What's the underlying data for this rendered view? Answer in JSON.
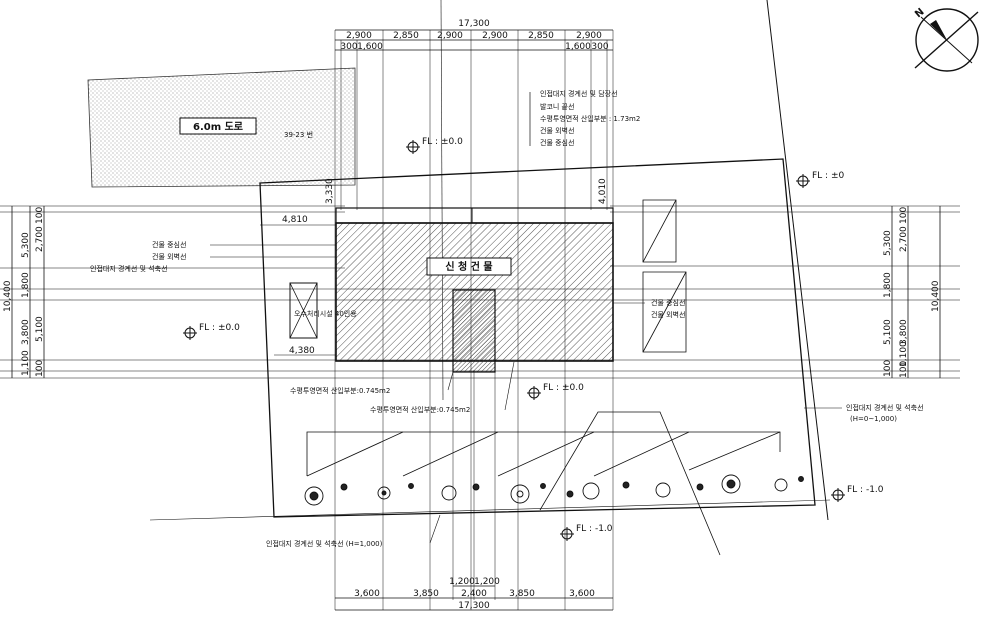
{
  "dimensions": {
    "top_total": "17,300",
    "top_segments": [
      "2,900",
      "2,850",
      "2,900",
      "2,900",
      "2,850",
      "2,900"
    ],
    "top_sub_left": [
      "300",
      "1,600"
    ],
    "top_sub_right": [
      "1,600",
      "300"
    ],
    "bottom_segments": [
      "3,600",
      "3,850",
      "2,400",
      "3,850",
      "3,600"
    ],
    "bottom_center_split": [
      "1,200",
      "1,200"
    ],
    "bottom_total": "17,300",
    "left_total": "10,400",
    "left_outer": [
      "5,300",
      "1,800",
      "3,800",
      "1,100",
      "100"
    ],
    "left_inner": [
      "100",
      "2,700",
      "5,100",
      "100"
    ],
    "right_total": "10,400",
    "right_outer": [
      "5,300",
      "1,800",
      "5,100",
      "100"
    ],
    "right_inner": [
      "100",
      "2,700",
      "3,800",
      "1,100",
      "100"
    ],
    "offset_3330": "3,330",
    "offset_4010": "4,010",
    "offset_4810": "4,810",
    "offset_4380": "4,380"
  },
  "labels": {
    "road": "6.0m 도로",
    "lot_number": "39-23 번",
    "building": "신 청 건 물",
    "septic": "오수처리시설 40인용",
    "top_notes": [
      "인접대지 경계선 및 담장선",
      "발코니 끝선",
      "수평투영면적 산입부분 : 1.73m2",
      "건물 외벽선",
      "건물 중심선"
    ],
    "left_notes": [
      "건물 중심선",
      "건물 외벽선",
      "인접대지 경계선 및 석축선"
    ],
    "right_notes": [
      "건물 중심선",
      "건물 외벽선"
    ],
    "proj_area_1": "수평투영면적 산입부분:0.745m2",
    "proj_area_2": "수평투영면적 산입부분:0.745m2",
    "right_boundary": [
      "인접대지 경계선 및 석축선",
      "(H=0~1,000)"
    ],
    "bottom_boundary": "인접대지 경계선 및 석축선 (H=1,000)",
    "fl_levels": [
      "FL : ±0.0",
      "FL : ±0.0",
      "FL : ±0",
      "FL : ±0.0",
      "FL : -1.0",
      "FL : -1.0"
    ]
  },
  "compass": {
    "north": "N"
  },
  "colors": {
    "ink": "#111111",
    "hatch": "#555555",
    "paper": "#ffffff"
  }
}
